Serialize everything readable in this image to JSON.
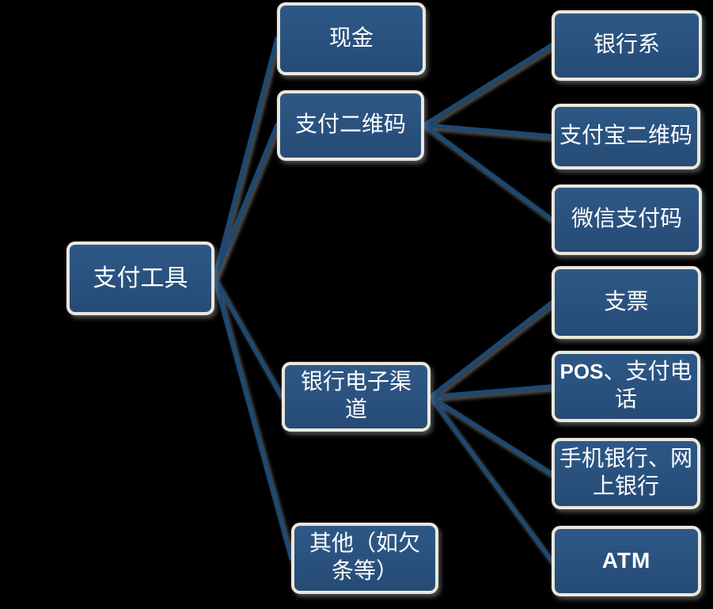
{
  "colors": {
    "background": "#000000",
    "node_fill": "#2a517e",
    "node_border": "#eae7dd",
    "connector_line": "#1f4873",
    "text": "#ffffff"
  },
  "labels": {
    "root": "支付工具",
    "cash": "现金",
    "qr_code": "支付二维码",
    "bank_echannel": "银行电子渠道",
    "other": "其他（如欠条等）",
    "bank_series": "银行系",
    "alipay_qr": "支付宝二维码",
    "wechat_pay": "微信支付码",
    "check": "支票",
    "pos_latin": "POS",
    "pos_cjk": "、支付电话",
    "mobile_banking": "手机银行、网上银行",
    "atm": "ATM"
  },
  "hierarchy": {
    "root": "支付工具",
    "children": [
      {
        "label": "现金",
        "children": []
      },
      {
        "label": "支付二维码",
        "children": [
          "银行系",
          "支付宝二维码",
          "微信支付码"
        ]
      },
      {
        "label": "银行电子渠道",
        "children": [
          "支票",
          "POS、支付电话",
          "手机银行、网上银行",
          "ATM"
        ]
      },
      {
        "label": "其他（如欠条等）",
        "children": []
      }
    ]
  }
}
